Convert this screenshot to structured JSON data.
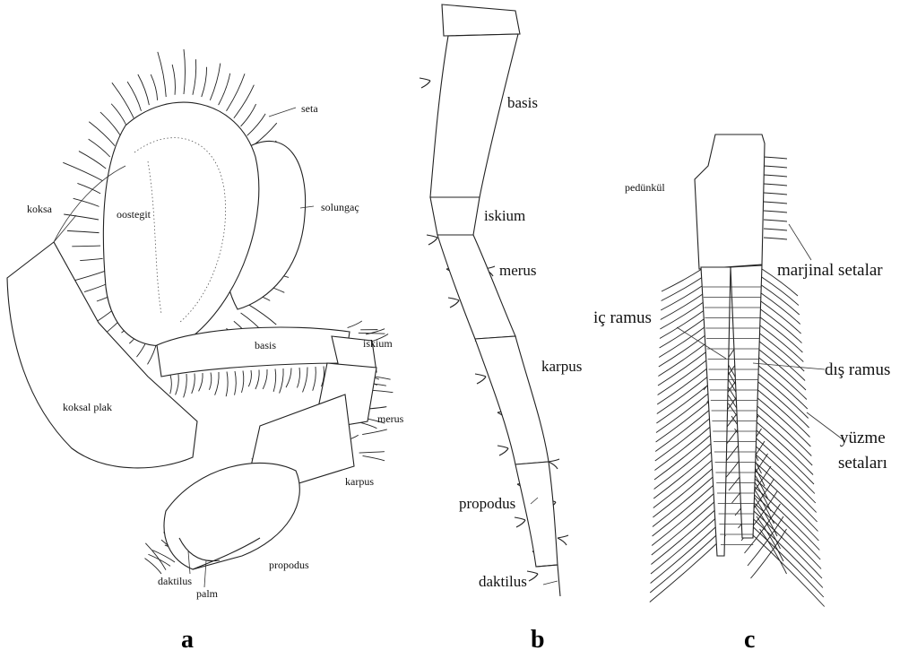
{
  "panels": {
    "a": {
      "letter": "a",
      "labels": {
        "seta": "seta",
        "koksa": "koksa",
        "oostegit": "oostegit",
        "solungac": "solungaç",
        "basis": "basis",
        "iskium": "iskium",
        "merus": "merus",
        "koksal_plak": "koksal plak",
        "karpus": "karpus",
        "propodus": "propodus",
        "daktilus": "daktilus",
        "palm": "palm"
      }
    },
    "b": {
      "letter": "b",
      "labels": {
        "basis": "basis",
        "iskium": "iskium",
        "merus": "merus",
        "karpus": "karpus",
        "propodus": "propodus",
        "daktilus": "daktilus"
      }
    },
    "c": {
      "letter": "c",
      "labels": {
        "pedunkul": "pedünkül",
        "marjinal_setalar": "marjinal setalar",
        "ic_ramus": "iç ramus",
        "dis_ramus": "dış ramus",
        "yuzme": "yüzme",
        "setalari": "setaları"
      }
    }
  }
}
